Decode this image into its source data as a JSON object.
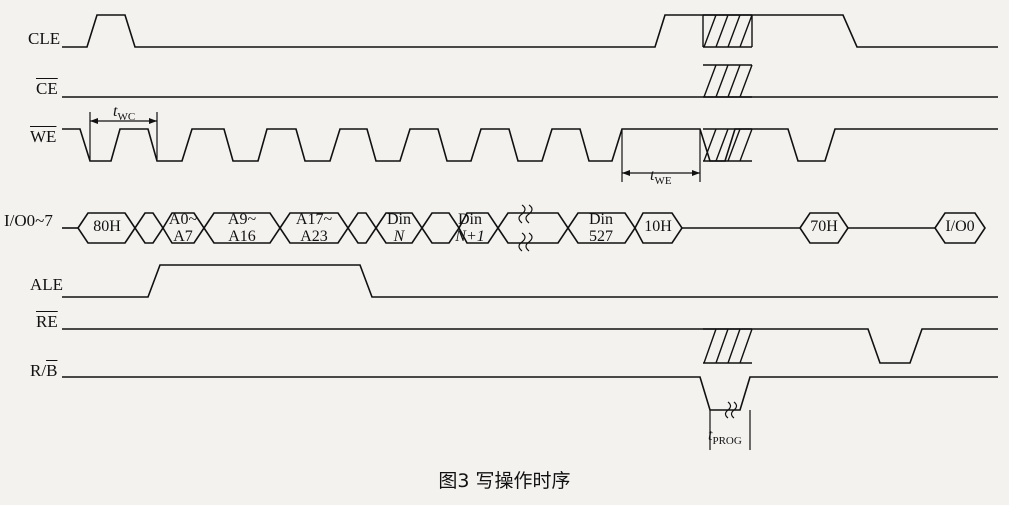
{
  "signals": {
    "cle": "CLE",
    "ce": "CE",
    "we": "WE",
    "io": "I/O0~7",
    "ale": "ALE",
    "re": "RE",
    "rb_r": "R/",
    "rb_b": "B"
  },
  "bus": [
    {
      "l1": "80H",
      "l2": ""
    },
    {
      "l1": "A0~",
      "l2": "A7"
    },
    {
      "l1": "A9~",
      "l2": "A16"
    },
    {
      "l1": "A17~",
      "l2": "A23"
    },
    {
      "l1": "Din",
      "l2": "N"
    },
    {
      "l1": "Din",
      "l2": "N+1"
    },
    {
      "l1": "Din",
      "l2": "527"
    },
    {
      "l1": "10H",
      "l2": ""
    },
    {
      "l1": "70H",
      "l2": ""
    },
    {
      "l1": "I/O0",
      "l2": ""
    }
  ],
  "timing": {
    "twc_t": "t",
    "twc_sub": "WC",
    "twe_t": "t",
    "twe_sub": "WE",
    "tprog_t": "t",
    "tprog_sub": "PROG"
  },
  "caption": "图3  写操作时序"
}
